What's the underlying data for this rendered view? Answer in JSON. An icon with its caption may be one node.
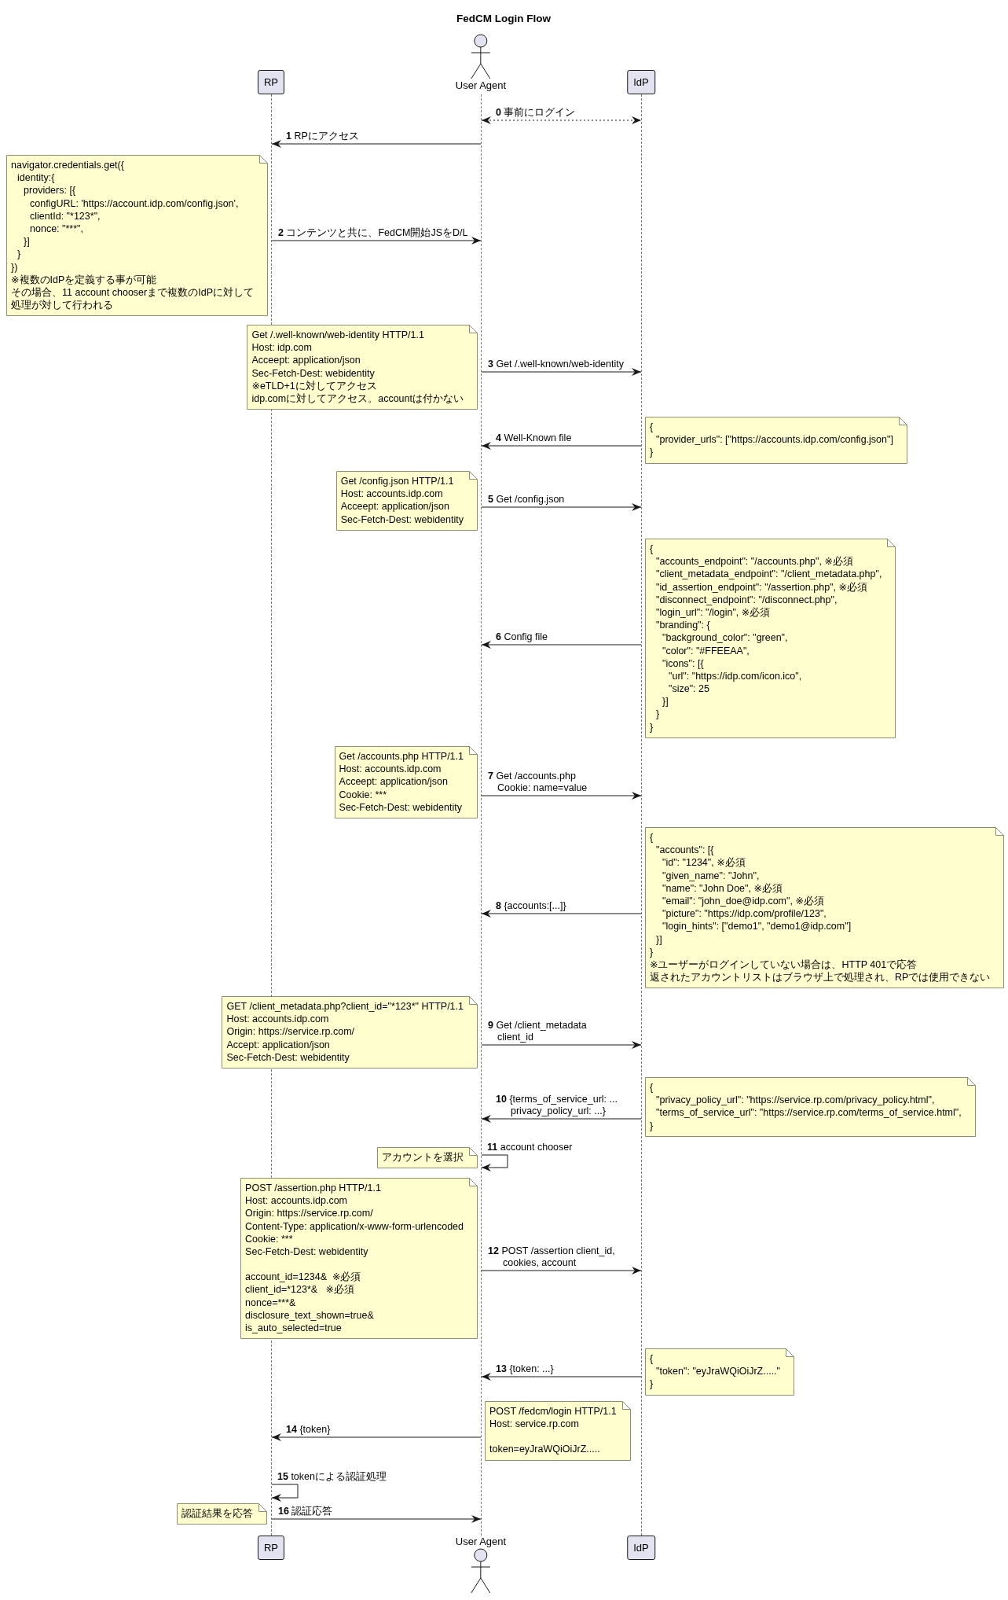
{
  "diagram": {
    "title": "FedCM Login Flow",
    "nodes": [
      {
        "text": [
          "RP"
        ]
      },
      {
        "text": [
          "User Agent"
        ]
      },
      {
        "text": [
          "IdP"
        ]
      },
      {
        "text": [],
        "shape": "line"
      },
      {
        "text": [],
        "shape": "line"
      },
      {
        "text": [],
        "shape": "line"
      },
      {
        "text": [
          "navigator.credentials.get({",
          "identity:{",
          "providers: [{",
          "configURL: 'https://account.idp.com/config.json',",
          "clientId: \"*123*\",",
          "nonce: \"***\",",
          "}]",
          "}",
          "})",
          "※複数のIdPを定義する事が可能",
          "その場合、11 account chooserまで複数のIdPに対して",
          "処理が対して行われる"
        ]
      },
      {
        "text": [
          "Get /.well-known/web-identity HTTP/1.1",
          "Host: idp.com",
          "Acceept: application/json",
          "Sec-Fetch-Dest: webidentity",
          "※eTLD+1に対してアクセス",
          "idp.comに対してアクセス。accountは付かない"
        ]
      },
      {
        "text": [
          "{",
          "\"provider_urls\": [\"https://accounts.idp.com/config.json\"]",
          "}"
        ]
      },
      {
        "text": [
          "Get /config.json HTTP/1.1",
          "Host: accounts.idp.com",
          "Acceept: application/json",
          "Sec-Fetch-Dest: webidentity"
        ]
      },
      {
        "text": [
          "{",
          "\"accounts_endpoint\": \"/accounts.php\", ※必須",
          "\"client_metadata_endpoint\": \"/client_metadata.php\",",
          "\"id_assertion_endpoint\": \"/assertion.php\", ※必須",
          "\"disconnect_endpoint\": \"/disconnect.php\",",
          "\"login_url\": \"/login\", ※必須",
          "\"branding\": {",
          "\"background_color\": \"green\",",
          "\"color\": \"#FFEEAA\",",
          "\"icons\": [{",
          "\"url\": \"https://idp.com/icon.ico\",",
          "\"size\": 25",
          "}]",
          "}",
          "}"
        ]
      },
      {
        "text": [
          "Get /accounts.php HTTP/1.1",
          "Host: accounts.idp.com",
          "Acceept: application/json",
          "Cookie: ***",
          "Sec-Fetch-Dest: webidentity"
        ]
      },
      {
        "text": [
          "{",
          "\"accounts\": [{",
          "\"id\": \"1234\", ※必須",
          "\"given_name\": \"John\",",
          "\"name\": \"John Doe\", ※必須",
          "\"email\": \"john_doe@idp.com\", ※必須",
          "\"picture\": \"https://idp.com/profile/123\",",
          "\"login_hints\": [\"demo1\", \"demo1@idp.com\"]",
          "}]",
          "}",
          "※ユーザーがログインしていない場合は、HTTP 401で応答",
          "返されたアカウントリストはブラウザ上で処理され、RPでは使用できない"
        ]
      },
      {
        "text": [
          "GET /client_metadata.php?client_id=\"*123*\" HTTP/1.1",
          "Host: accounts.idp.com",
          "Origin: https://service.rp.com/",
          "Accept: application/json",
          "Sec-Fetch-Dest: webidentity"
        ]
      },
      {
        "text": [
          "{",
          "\"privacy_policy_url\": \"https://service.rp.com/privacy_policy.html\",",
          "\"terms_of_service_url\": \"https://service.rp.com/terms_of_service.html\",",
          "}"
        ]
      },
      {
        "text": [
          "アカウントを選択"
        ]
      },
      {
        "text": [
          "POST /assertion.php HTTP/1.1",
          "Host: accounts.idp.com",
          "Origin: https://service.rp.com/",
          "Content-Type: application/x-www-form-urlencoded",
          "Cookie: ***",
          "Sec-Fetch-Dest: webidentity",
          "account_id=1234&  ※必須",
          "client_id=*123*&   ※必須",
          "nonce=***&",
          "disclosure_text_shown=true&",
          "is_auto_selected=true"
        ]
      },
      {
        "text": [
          "{",
          "\"token\": \"eyJraWQiOiJrZ.....\"",
          "}"
        ]
      },
      {
        "text": [
          "POST /fedcm/login HTTP/1.1",
          "Host: service.rp.com",
          "token=eyJraWQiOiJrZ....."
        ]
      },
      {
        "text": [
          "認証結果を応答"
        ]
      },
      {
        "text": [
          "RP"
        ]
      },
      {
        "text": [
          "User Agent"
        ]
      },
      {
        "text": [
          "IdP"
        ]
      }
    ],
    "edges": [
      {
        "from": 4,
        "to": 5,
        "arrow": "both",
        "style": "dashed",
        "label": "**0** 事前にログイン"
      },
      {
        "from": 4,
        "to": 3,
        "arrow": "to",
        "label": "**1** RPにアクセス"
      },
      {
        "from": 3,
        "to": 4,
        "arrow": "to",
        "label": "**2** コンテンツと共に、FedCM開始JSをD/L"
      },
      {
        "from": 4,
        "to": 5,
        "arrow": "to",
        "label": "**3** Get /.well-known/web-identity"
      },
      {
        "from": 5,
        "to": 4,
        "arrow": "to",
        "label": "**4** Well-Known file"
      },
      {
        "from": 4,
        "to": 5,
        "arrow": "to",
        "label": "**5** Get /config.json"
      },
      {
        "from": 5,
        "to": 4,
        "arrow": "to",
        "label": "**6** Config file"
      },
      {
        "from": 4,
        "to": 5,
        "arrow": "to",
        "label": "**7** Get /accounts.php Cookie: name=value"
      },
      {
        "from": 5,
        "to": 4,
        "arrow": "to",
        "label": "**8** {accounts:[...]}"
      },
      {
        "from": 4,
        "to": 5,
        "arrow": "to",
        "label": "**9** Get /client_metadata client_id"
      },
      {
        "from": 5,
        "to": 4,
        "arrow": "to",
        "label": "**10** {terms_of_service_url: ... privacy_policy_url: ...}"
      },
      {
        "from": 4,
        "to": 4,
        "arrow": "to",
        "label": "**11** account chooser"
      },
      {
        "from": 4,
        "to": 5,
        "arrow": "to",
        "label": "**12** POST /assertion client_id, cookies, account"
      },
      {
        "from": 5,
        "to": 4,
        "arrow": "to",
        "label": "**13** {token: ...}"
      },
      {
        "from": 4,
        "to": 3,
        "arrow": "to",
        "label": "**14** {token}"
      },
      {
        "from": 3,
        "to": 3,
        "arrow": "to",
        "label": "**15** tokenによる認証処理"
      },
      {
        "from": 3,
        "to": 4,
        "arrow": "to",
        "label": "**16** 認証応答"
      }
    ]
  }
}
